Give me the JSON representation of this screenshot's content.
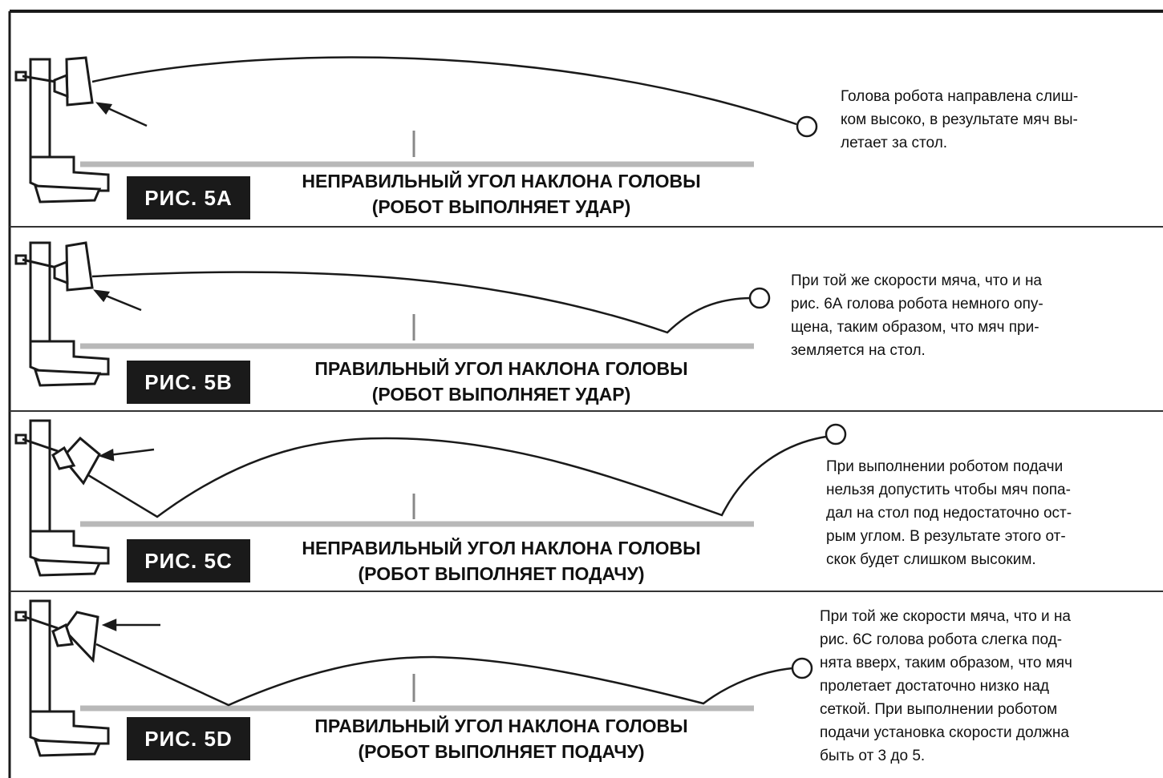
{
  "panels": [
    {
      "fig_label": "РИС. 5A",
      "title_line1": "НЕПРАВИЛЬНЫЙ УГОЛ НАКЛОНА ГОЛОВЫ",
      "title_line2": "(РОБОТ ВЫПОЛНЯЕТ УДАР)",
      "desc_lines": [
        "Голова робота направлена слиш-",
        "ком высоко, в результате мяч вы-",
        "летает за стол."
      ]
    },
    {
      "fig_label": "РИС. 5B",
      "title_line1": "ПРАВИЛЬНЫЙ УГОЛ НАКЛОНА ГОЛОВЫ",
      "title_line2": "(РОБОТ ВЫПОЛНЯЕТ УДАР)",
      "desc_lines": [
        "При той же скорости мяча, что и на",
        "рис. 6А голова робота немного опу-",
        "щена, таким образом, что мяч при-",
        "земляется на стол."
      ]
    },
    {
      "fig_label": "РИС. 5C",
      "title_line1": "НЕПРАВИЛЬНЫЙ УГОЛ НАКЛОНА ГОЛОВЫ",
      "title_line2": "(РОБОТ ВЫПОЛНЯЕТ ПОДАЧУ)",
      "desc_lines": [
        "При выполнении роботом подачи",
        "нельзя допустить чтобы мяч попа-",
        "дал на стол под недостаточно ост-",
        "рым углом. В результате этого от-",
        "скок будет слишком высоким."
      ]
    },
    {
      "fig_label": "РИС. 5D",
      "title_line1": "ПРАВИЛЬНЫЙ УГОЛ НАКЛОНА ГОЛОВЫ",
      "title_line2": "(РОБОТ ВЫПОЛНЯЕТ ПОДАЧУ)",
      "desc_lines": [
        "При той же скорости мяча, что и на",
        "рис. 6С голова робота слегка под-",
        "нята вверх, таким образом, что мяч",
        "пролетает достаточно низко над",
        "сеткой. При выполнении роботом",
        "подачи установка скорости должна",
        "быть от 3 до 5."
      ]
    }
  ],
  "colors": {
    "ink": "#1a1a1a",
    "table": "#b8b8b8",
    "net": "#888888"
  }
}
